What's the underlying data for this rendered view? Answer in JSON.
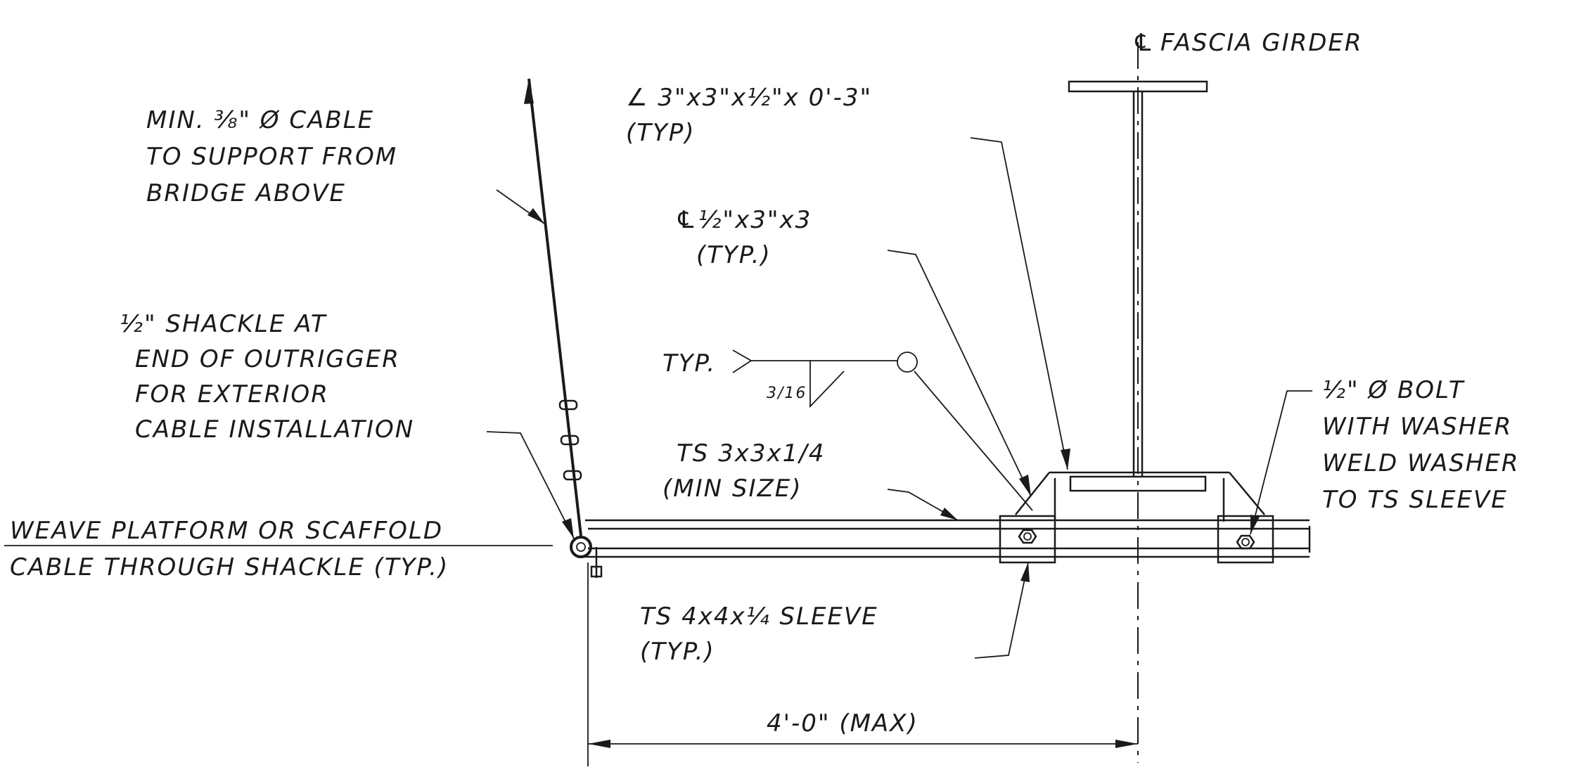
{
  "labels": {
    "cl_symbol": "℄",
    "fascia_girder": "FASCIA GIRDER",
    "angle_line1": "∠ 3\"x3\"x½\"x 0'-3\"",
    "angle_line2": "(TYP)",
    "cable_line1": "MIN. ⅜\" Ø CABLE",
    "cable_line2": "TO SUPPORT FROM",
    "cable_line3": "BRIDGE ABOVE",
    "plate_line1": "℄½\"x3\"x3",
    "plate_line2": "(TYP.)",
    "shackle_line1": "½\" SHACKLE AT",
    "shackle_line2": "END OF OUTRIGGER",
    "shackle_line3": "FOR EXTERIOR",
    "shackle_line4": "CABLE INSTALLATION",
    "weld_typ": "TYP.",
    "weld_size": "3/16",
    "bolt_line1": "½\" Ø BOLT",
    "bolt_line2": "WITH WASHER",
    "bolt_line3": "WELD WASHER",
    "bolt_line4": "TO TS SLEEVE",
    "ts_line1": "TS 3x3x1/4",
    "ts_line2": "(MIN SIZE)",
    "weave_line1": "WEAVE PLATFORM OR SCAFFOLD",
    "weave_line2": "CABLE THROUGH SHACKLE (TYP.)",
    "sleeve_line1": "TS 4x4x¼  SLEEVE",
    "sleeve_line2": "(TYP.)",
    "dimension": "4'-0\" (MAX)"
  },
  "colors": {
    "ink": "#1a1a1a",
    "background": "#ffffff"
  }
}
